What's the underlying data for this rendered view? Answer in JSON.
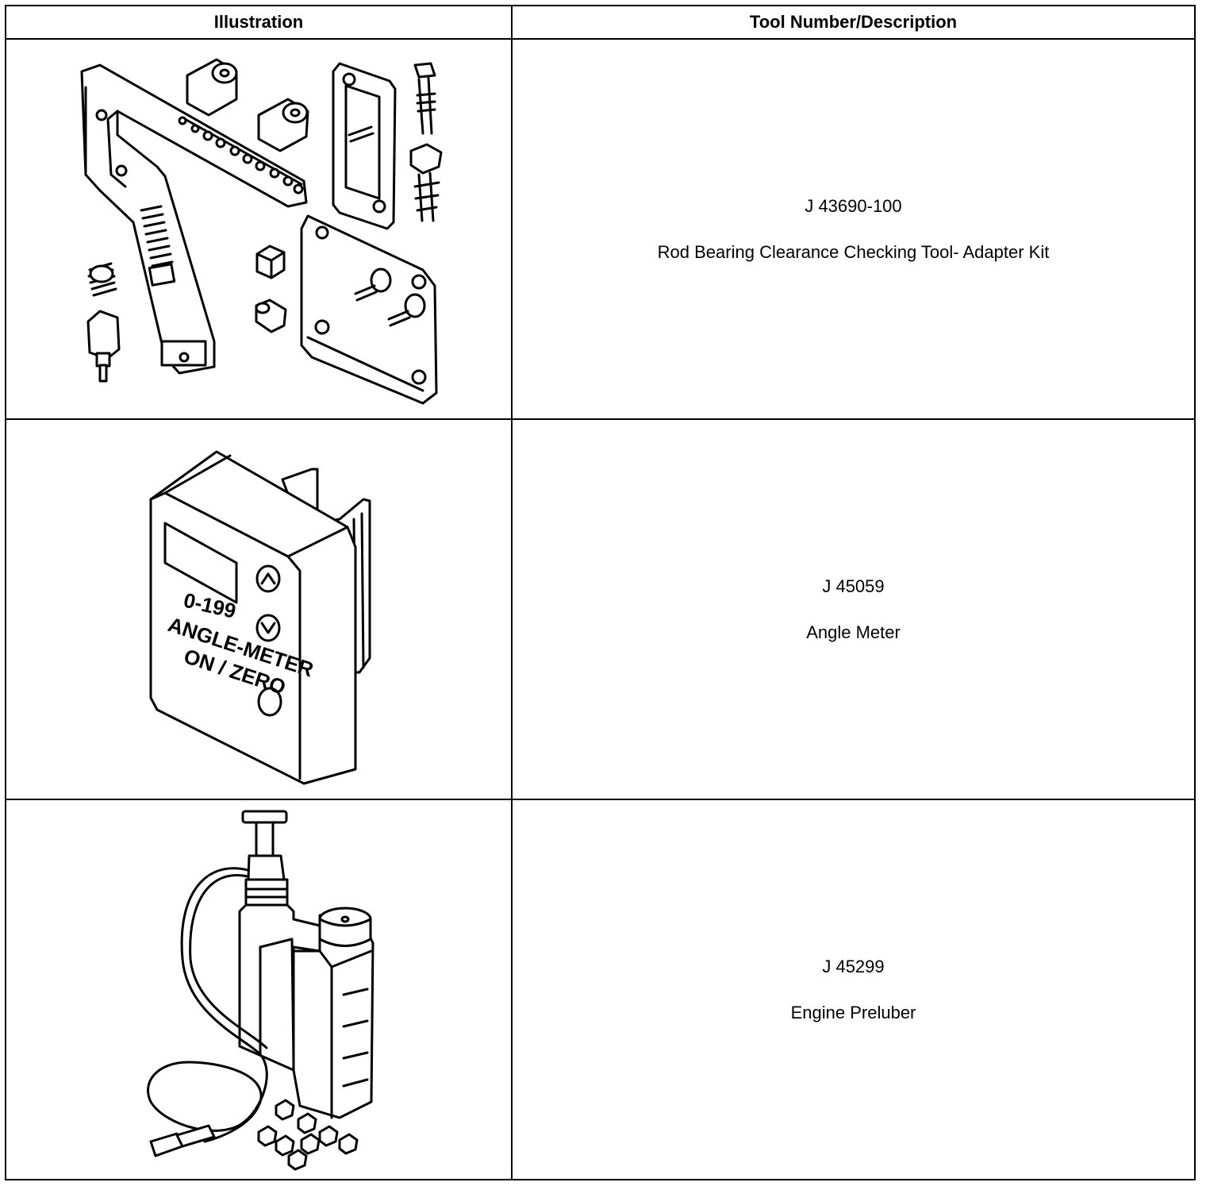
{
  "table": {
    "headers": {
      "illustration": "Illustration",
      "tool": "Tool Number/Description"
    },
    "rows": [
      {
        "illustration_icon": "rod-bearing-adapter-kit-drawing",
        "tool_number": "J 43690-100",
        "description": "Rod Bearing Clearance Checking Tool- Adapter Kit"
      },
      {
        "illustration_icon": "angle-meter-drawing",
        "tool_number": "J 45059",
        "description": "Angle Meter",
        "device_text": {
          "range": "0-199",
          "name": "ANGLE-METER",
          "button": "ON / ZERO"
        }
      },
      {
        "illustration_icon": "engine-preluber-drawing",
        "tool_number": "J 45299",
        "description": "Engine Preluber"
      }
    ]
  }
}
